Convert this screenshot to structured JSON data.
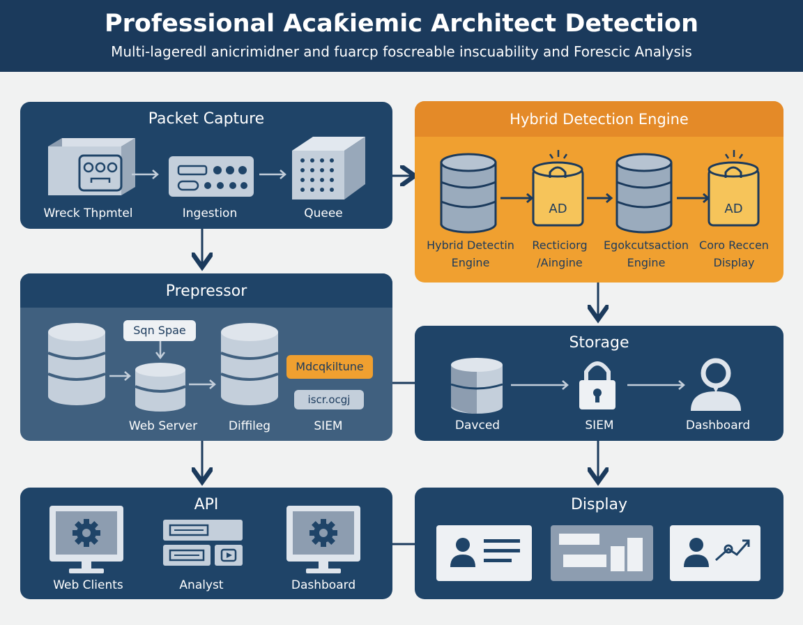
{
  "header": {
    "title": "Professional Acaƙiemic Architect Detection",
    "subtitle": "Multi-lageredl anicrimidner and fuarcp foscreable inscuability and Forescic Analysis"
  },
  "colors": {
    "navy": "#1b3a5c",
    "panel": "#1f4468",
    "panel_light": "#40607f",
    "orange": "#f0a030",
    "orange_dark": "#e48a28"
  },
  "packet_capture": {
    "title": "Packet Capture",
    "items": [
      "Wreck Thpmtel",
      "Ingestion",
      "Queee"
    ]
  },
  "hybrid": {
    "title": "Hybrid Detection Engine",
    "items": [
      "Hybrid Detectin\nEngine",
      "Recticiorg\n/Aingine",
      "Egokcutsaction\nEngine",
      "Coro Reccen\nDisplay"
    ],
    "badge": "AD"
  },
  "prepressor": {
    "title": "Prepressor",
    "items": [
      "Web Server",
      "Diffileg",
      "SIEM"
    ],
    "callout": "Sqn Spae",
    "tag_orange": "Mdcqkiltune",
    "tag_grey": "iscr.ocgj"
  },
  "storage": {
    "title": "Storage",
    "items": [
      "Davced",
      "SIEM",
      "Dashboard"
    ]
  },
  "api": {
    "title": "API",
    "items": [
      "Web Clients",
      "Analyst",
      "Dashboard"
    ]
  },
  "display": {
    "title": "Display"
  }
}
